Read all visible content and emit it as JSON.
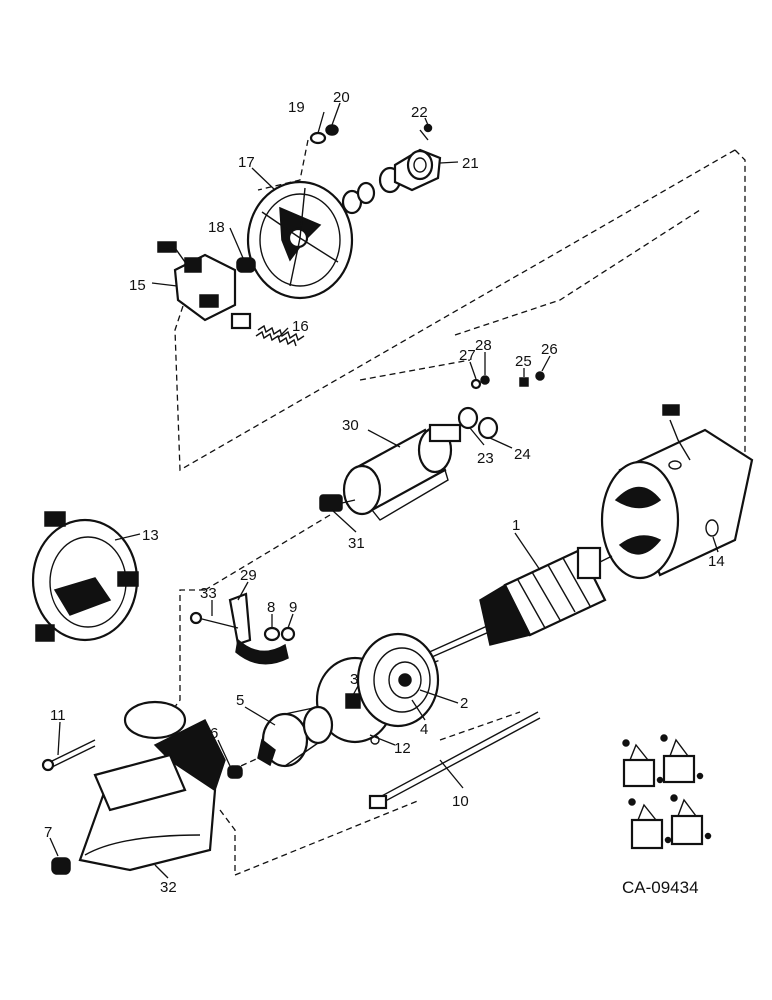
{
  "labels": {
    "p1": "1",
    "p2": "2",
    "p3": "3",
    "p4": "4",
    "p5": "5",
    "p6": "6",
    "p7": "7",
    "p8": "8",
    "p9": "9",
    "p10": "10",
    "p11": "11",
    "p12": "12",
    "p13": "13",
    "p14": "14",
    "p15": "15",
    "p16": "16",
    "p17": "17",
    "p18": "18",
    "p19": "19",
    "p20": "20",
    "p21": "21",
    "p22": "22",
    "p23": "23",
    "p24": "24",
    "p25": "25",
    "p26": "26",
    "p27": "27",
    "p28": "28",
    "p29": "29",
    "p30": "30",
    "p31": "31",
    "p32": "32",
    "p33": "33"
  },
  "drawing_code": "CA-09434"
}
